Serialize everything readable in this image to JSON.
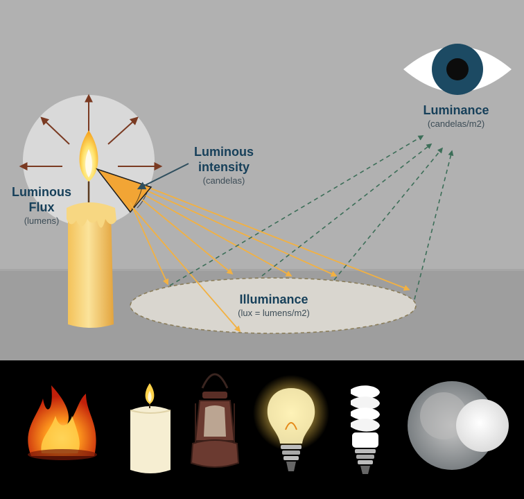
{
  "labels": {
    "luminous_flux": {
      "title_line1": "Luminous",
      "title_line2": "Flux",
      "unit": "(lumens)"
    },
    "luminous_intensity": {
      "title_line1": "Luminous",
      "title_line2": "intensity",
      "unit": "(candelas)"
    },
    "luminance": {
      "title": "Luminance",
      "unit": "(candelas/m2)"
    },
    "illuminance": {
      "title": "Illuminance",
      "unit": "(lux = lumens/m2)"
    }
  },
  "colors": {
    "wall": "#b1b1b1",
    "floor": "#9e9e9e",
    "label_text": "#17405a",
    "flux_arrow": "#7a3a22",
    "light_ray": "#f2b142",
    "reflected_ray": "#3c6e58",
    "strip_background": "#000000"
  },
  "light_sources": [
    "fire-icon",
    "candle-icon",
    "oil-lantern-icon",
    "incandescent-bulb-icon",
    "cfl-bulb-icon",
    "moon-icon"
  ]
}
